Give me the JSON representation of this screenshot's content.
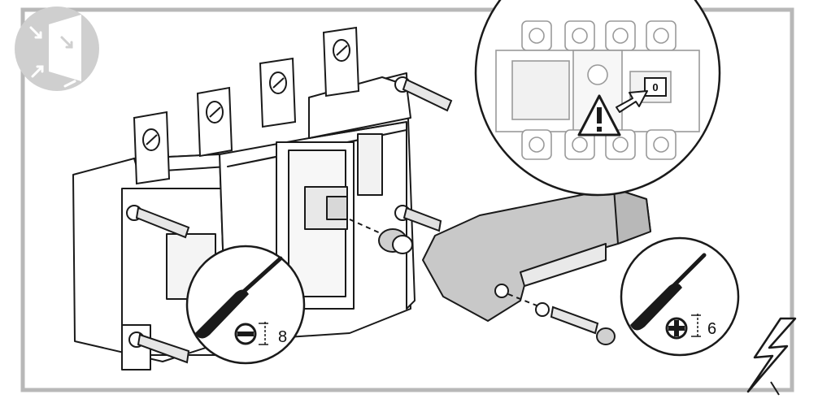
{
  "colors": {
    "frame": "#b5b5b5",
    "ink": "#1a1a1a",
    "tool": "#c8c8c8",
    "badge": "#cfcfcf"
  },
  "icons": [
    "wall-mount-badge-icon",
    "slotted-screwdriver-icon",
    "phillips-screwdriver-icon",
    "warning-triangle-icon",
    "lightning-bolt-icon",
    "arrow-icon"
  ],
  "detail": {
    "position_label": "0"
  },
  "callouts": {
    "slotted": {
      "size_label": "8"
    },
    "phillips": {
      "size_label": "6"
    }
  }
}
